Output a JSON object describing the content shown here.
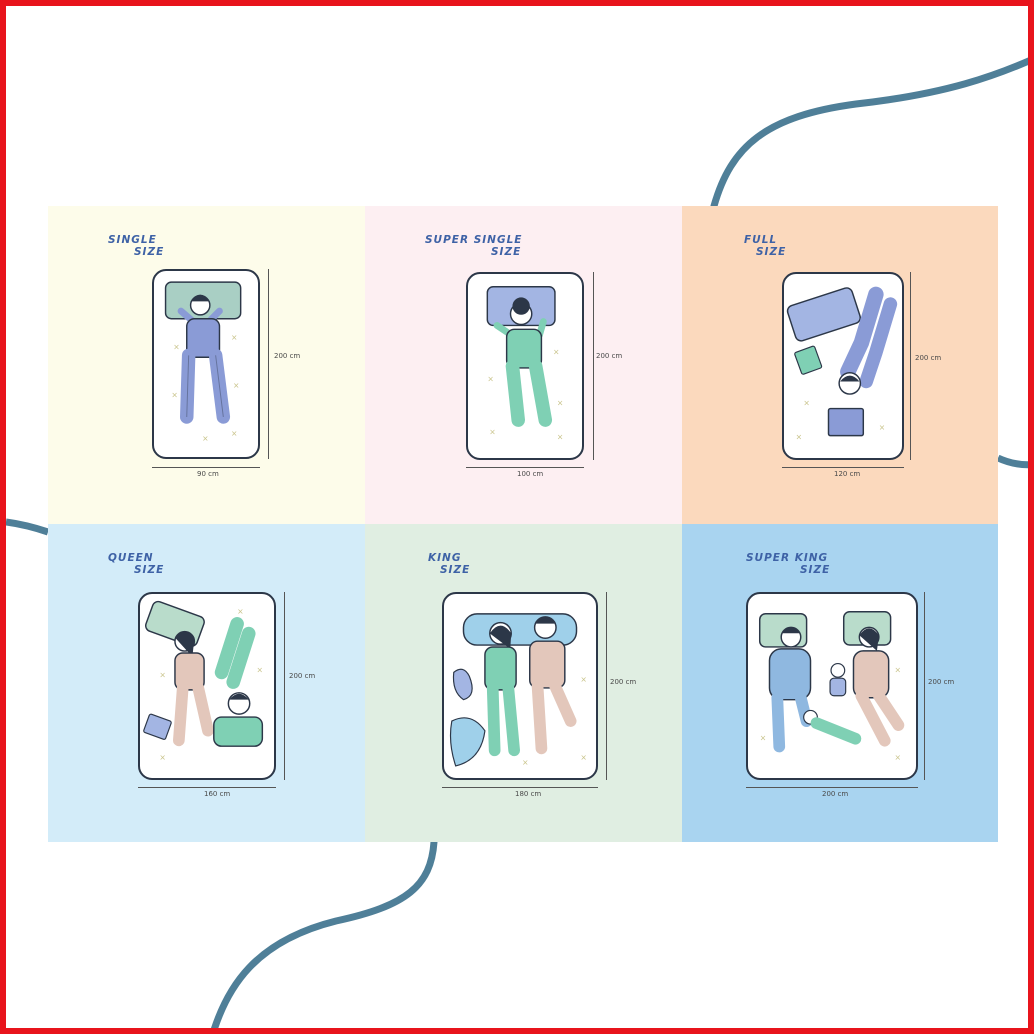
{
  "colors": {
    "border": "#e8141c",
    "wave": "#4f7f98",
    "title": "#3e62a6"
  },
  "panels": [
    {
      "title1": "SINGLE",
      "title2": "SIZE",
      "height": "200 cm",
      "width": "90 cm",
      "bg": "#fdfcea"
    },
    {
      "title1": "SUPER SINGLE",
      "title2": "SIZE",
      "height": "200 cm",
      "width": "100 cm",
      "bg": "#fdeff2"
    },
    {
      "title1": "FULL",
      "title2": "SIZE",
      "height": "200 cm",
      "width": "120 cm",
      "bg": "#fbd9bd"
    },
    {
      "title1": "QUEEN",
      "title2": "SIZE",
      "height": "200 cm",
      "width": "160 cm",
      "bg": "#d3ecf9"
    },
    {
      "title1": "KING",
      "title2": "SIZE",
      "height": "200 cm",
      "width": "180 cm",
      "bg": "#e0eee2"
    },
    {
      "title1": "SUPER KING",
      "title2": "SIZE",
      "height": "200 cm",
      "width": "200 cm",
      "bg": "#a9d4f0"
    }
  ]
}
